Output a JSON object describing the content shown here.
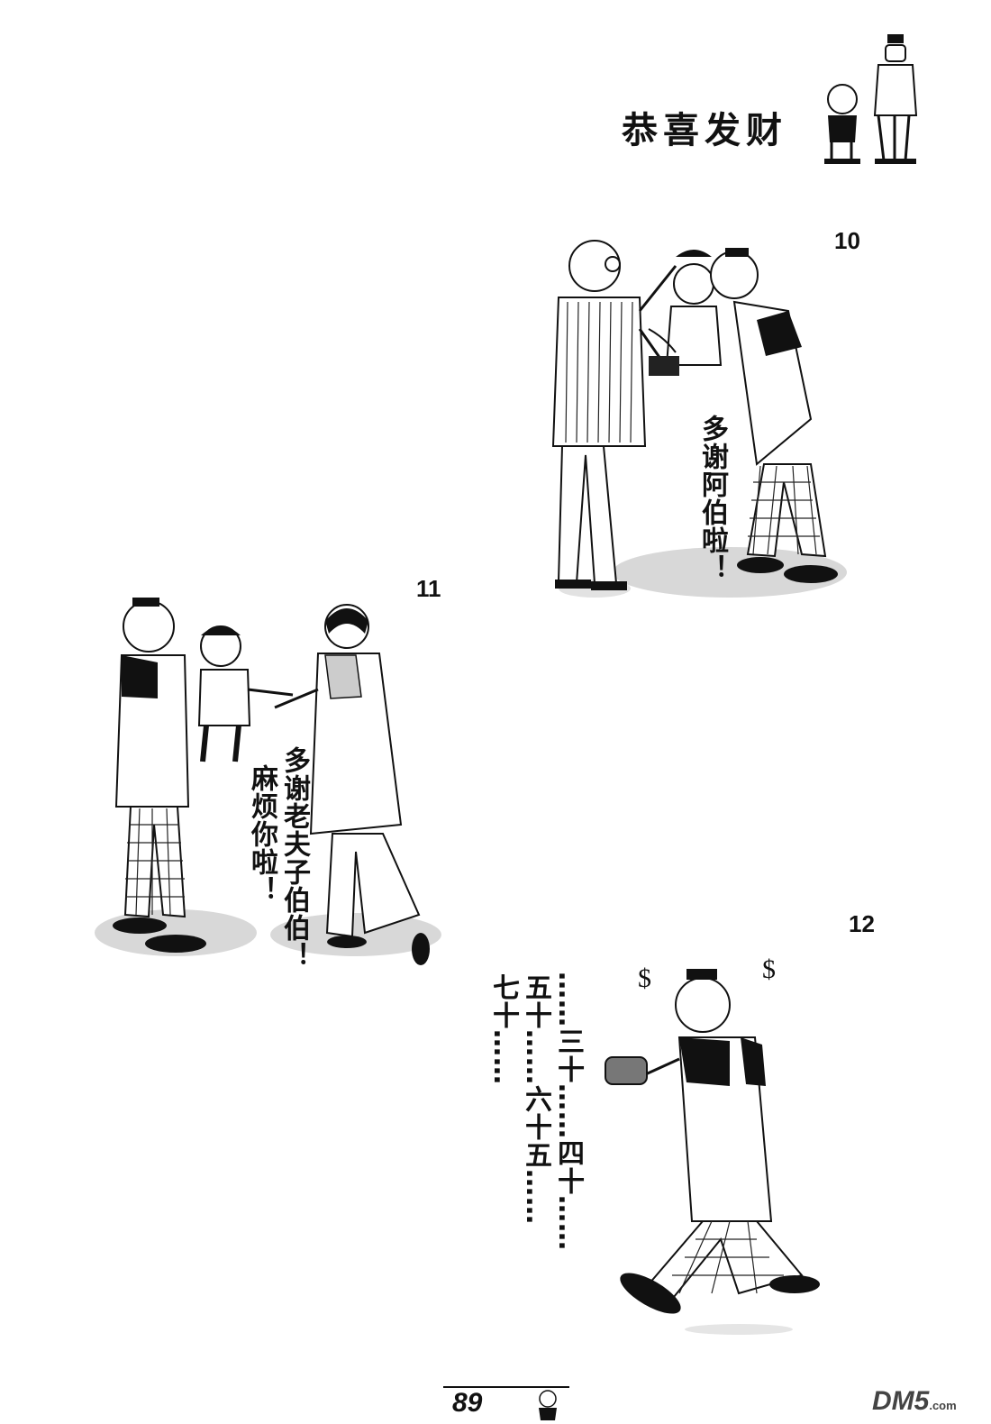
{
  "header": {
    "title": "恭喜发财"
  },
  "panels": [
    {
      "number": "10",
      "dialogue": [
        "多谢阿伯啦！"
      ]
    },
    {
      "number": "11",
      "dialogue": [
        "多谢老夫子伯伯！",
        "麻烦你啦！"
      ]
    },
    {
      "number": "12",
      "dialogue": [
        "……三十……四十……",
        "五十……六十五……",
        "七十……"
      ]
    }
  ],
  "footer": {
    "page_number": "89"
  },
  "watermark": {
    "text": "DM5",
    "suffix": ".com"
  }
}
